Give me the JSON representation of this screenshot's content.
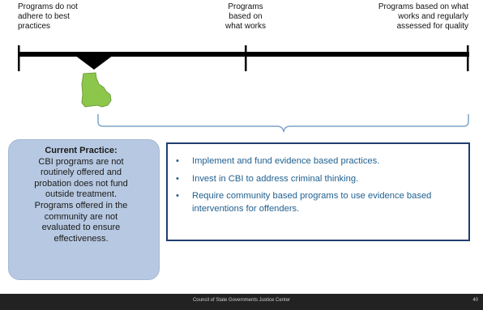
{
  "scale": {
    "left_label": [
      "Programs do not",
      "adhere to best",
      "practices"
    ],
    "middle_label": [
      "Programs",
      "based on",
      "what works"
    ],
    "right_label": [
      "Programs based on what",
      "works and regularly",
      "assessed for quality"
    ]
  },
  "current_practice": {
    "title": "Current Practice:",
    "lines": [
      "CBI programs are not",
      "routinely offered and",
      "probation does not fund",
      "outside treatment.",
      "Programs offered in the",
      "community are not",
      "evaluated to ensure",
      "effectiveness."
    ]
  },
  "recommendations": {
    "items": [
      "Implement and fund evidence based practices.",
      "Invest in CBI to address criminal thinking.",
      "Require community based programs to use evidence based interventions for offenders."
    ]
  },
  "footer": {
    "organization": "Council of State Governments Justice Center",
    "page_number": "40"
  },
  "colors": {
    "scale_line": "#000000",
    "state_fill": "#8cc64b",
    "current_box_fill": "#b7c9e2",
    "recommendation_border": "#1f3e6e",
    "recommendation_text": "#1f5f8f",
    "brace": "#7fa4c8",
    "footer_bg": "#222222"
  }
}
